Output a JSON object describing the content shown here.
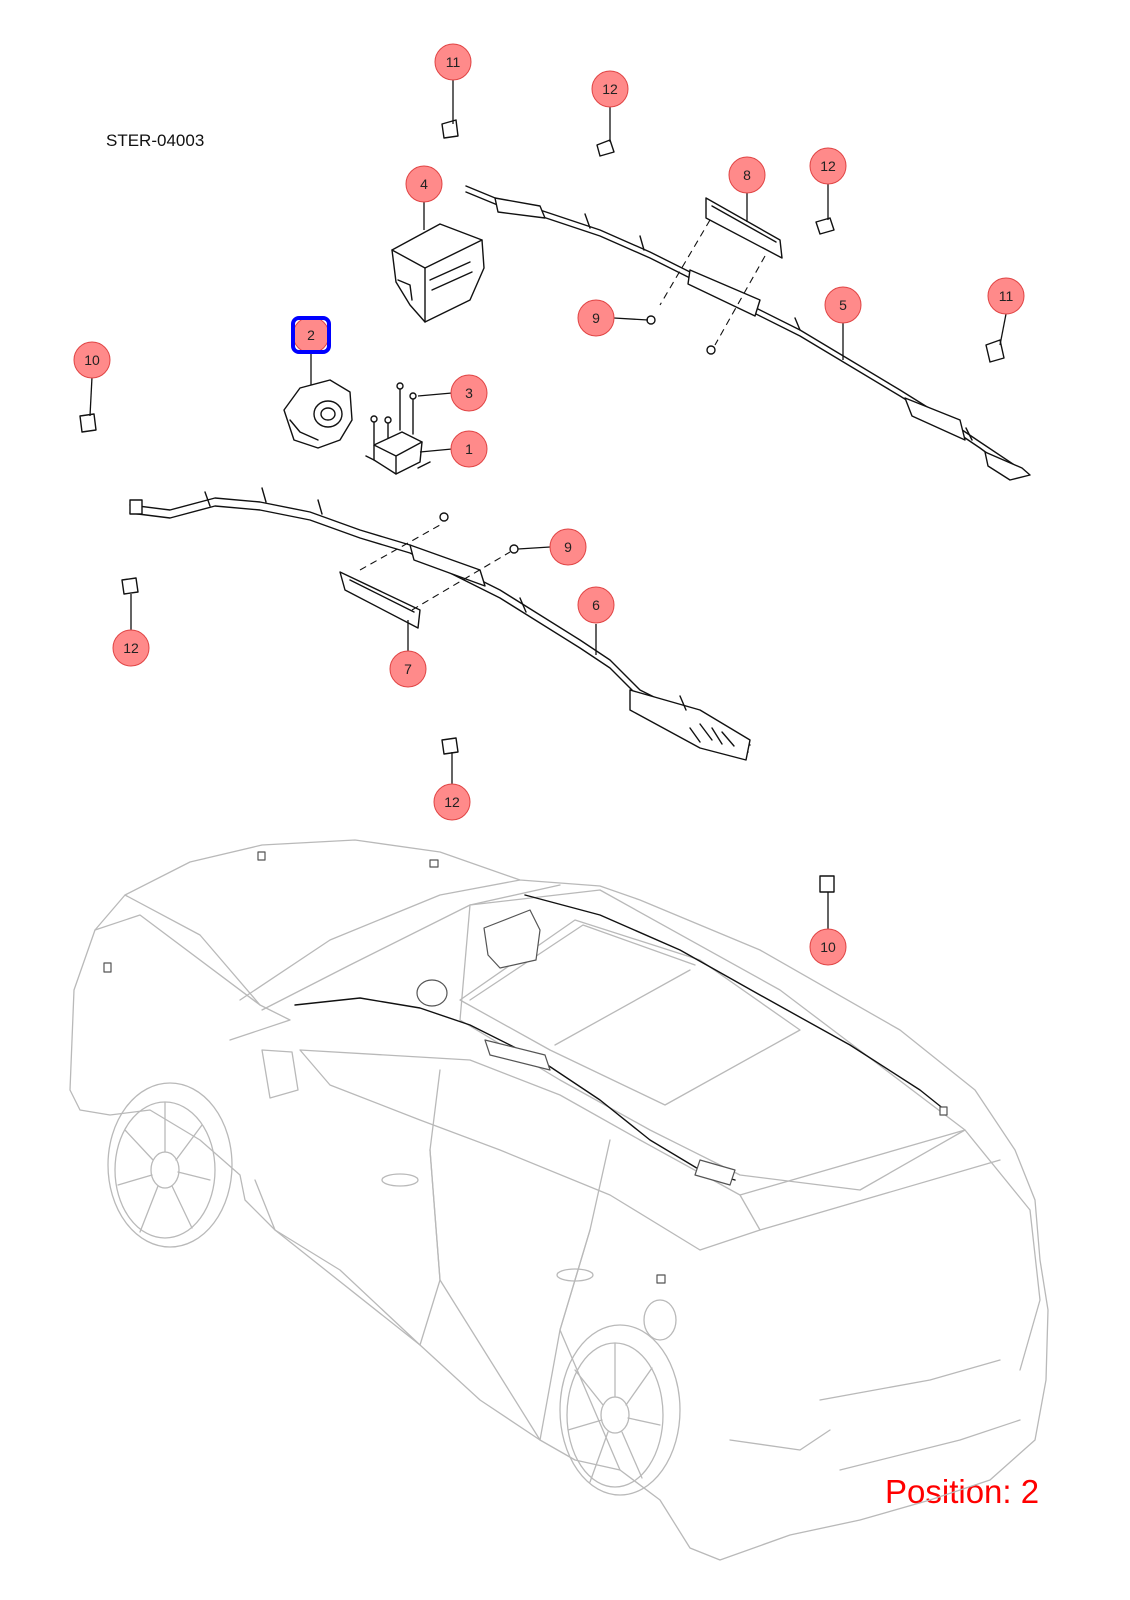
{
  "diagram_code": "STER-04003",
  "position_label": "Position: 2",
  "callouts": [
    {
      "label": "11"
    },
    {
      "label": "12"
    },
    {
      "label": "4"
    },
    {
      "label": "8"
    },
    {
      "label": "12"
    },
    {
      "label": "9"
    },
    {
      "label": "5"
    },
    {
      "label": "11"
    },
    {
      "label": "2"
    },
    {
      "label": "10"
    },
    {
      "label": "3"
    },
    {
      "label": "1"
    },
    {
      "label": "9"
    },
    {
      "label": "6"
    },
    {
      "label": "12"
    },
    {
      "label": "7"
    },
    {
      "label": "12"
    },
    {
      "label": "10"
    }
  ],
  "highlighted_callout": "2",
  "colors": {
    "callout_fill": "#ff8a8a",
    "highlight_border": "#0000ff",
    "position_text": "#ff0000"
  }
}
